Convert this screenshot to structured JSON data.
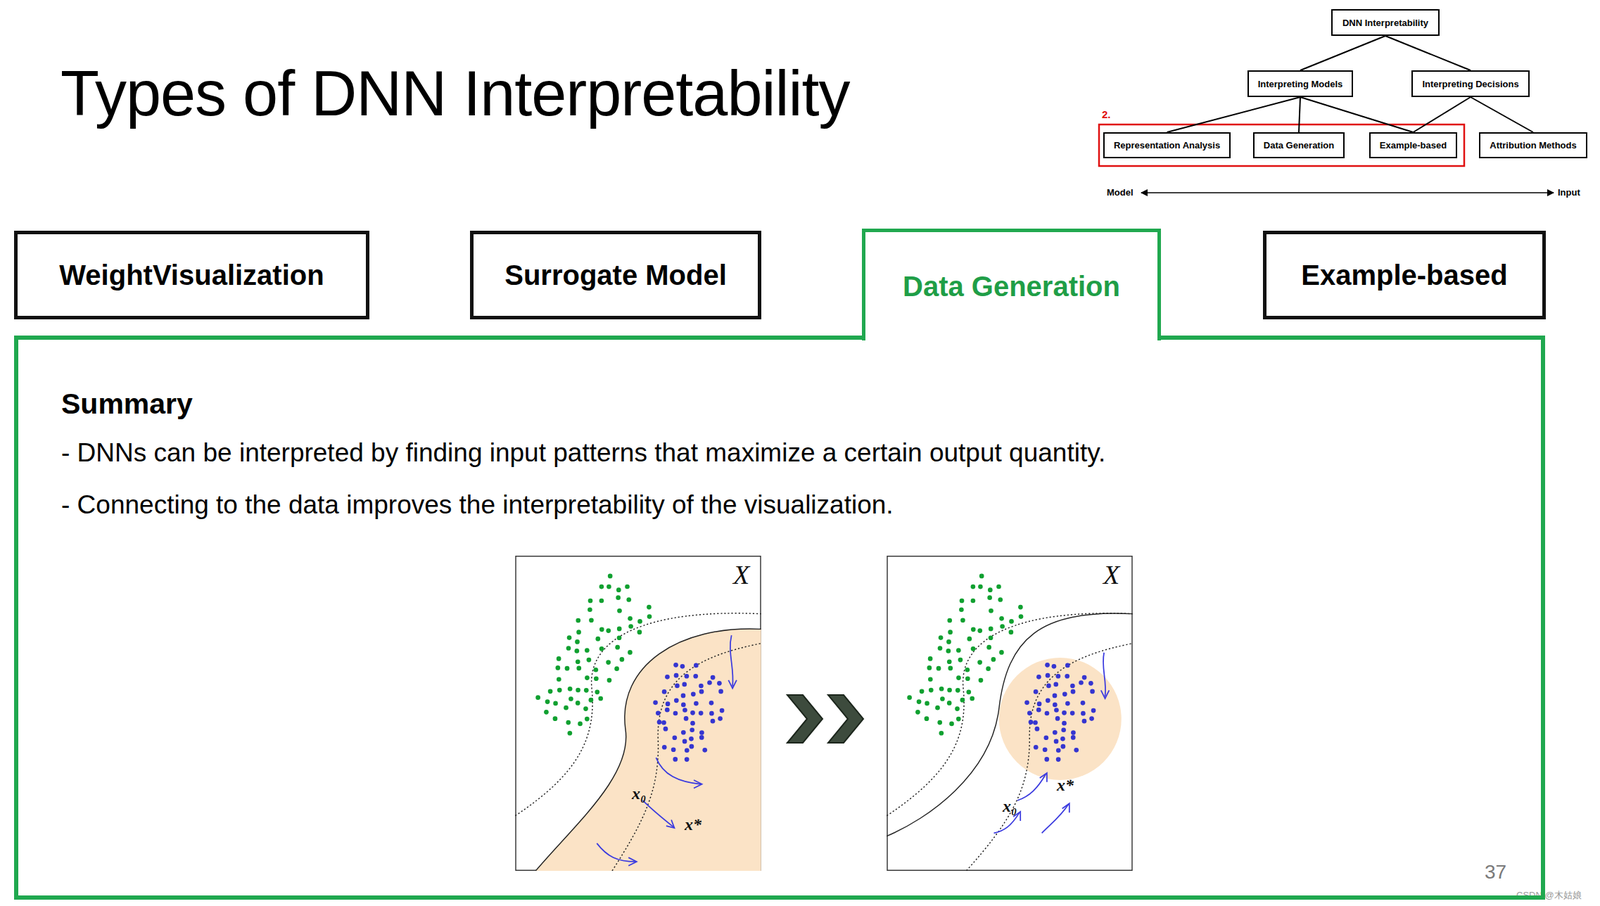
{
  "diagram": {
    "title": "Types of DNN Interpretability",
    "nodes": [
      {
        "text": [
          "DNN Interpretability"
        ]
      },
      {
        "text": [
          "Interpreting Models"
        ]
      },
      {
        "text": [
          "Interpreting Decisions"
        ]
      },
      {
        "text": [
          "Representation Analysis"
        ]
      },
      {
        "text": [
          "Data Generation"
        ]
      },
      {
        "text": [
          "Example-based"
        ]
      },
      {
        "text": [
          "Attribution Methods"
        ]
      },
      {
        "text": [
          "WeightVisualization"
        ]
      },
      {
        "text": [
          "Surrogate Model"
        ]
      },
      {
        "text": [
          "Data Generation"
        ]
      },
      {
        "text": [
          "Example-based"
        ]
      },
      {
        "text": [
          "Summary",
          "- DNNs can be interpreted by finding input patterns that maximize a certain output quantity.",
          "- Connecting to the data improves the interpretability of the visualization."
        ]
      }
    ],
    "edges": [
      {
        "from": 0,
        "to": 1,
        "arrow": "none"
      },
      {
        "from": 0,
        "to": 2,
        "arrow": "none"
      },
      {
        "from": 1,
        "to": 3,
        "arrow": "none"
      },
      {
        "from": 1,
        "to": 4,
        "arrow": "none"
      },
      {
        "from": 1,
        "to": 5,
        "arrow": "none"
      },
      {
        "from": 2,
        "to": 5,
        "arrow": "none"
      },
      {
        "from": 2,
        "to": 6,
        "arrow": "none"
      }
    ],
    "labels": [
      "2.",
      "Model",
      "Input",
      "X",
      "x₀",
      "x*",
      "X",
      "x₀",
      "x*",
      "37",
      "CSDN @木姑娘"
    ]
  }
}
